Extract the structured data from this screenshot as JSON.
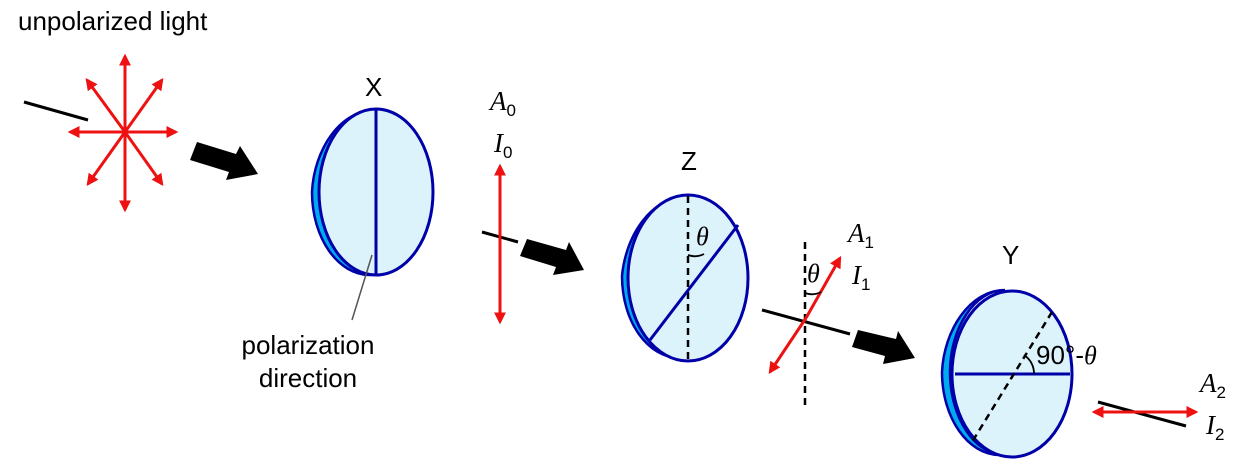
{
  "labels": {
    "unpolarized": "unpolarized light",
    "polarization": "polarization",
    "direction": "direction",
    "x": "X",
    "z": "Z",
    "y": "Y",
    "theta": "θ",
    "complement_prefix": "90°-",
    "amp": "A",
    "inten": "I",
    "sub0": "0",
    "sub1": "1",
    "sub2": "2"
  },
  "colors": {
    "disc_face": "#ddf3fb",
    "disc_rim": "#00aaee",
    "disc_outline": "#0000a8",
    "arrow_red": "#ee1111",
    "block_arrow": "#000000"
  }
}
